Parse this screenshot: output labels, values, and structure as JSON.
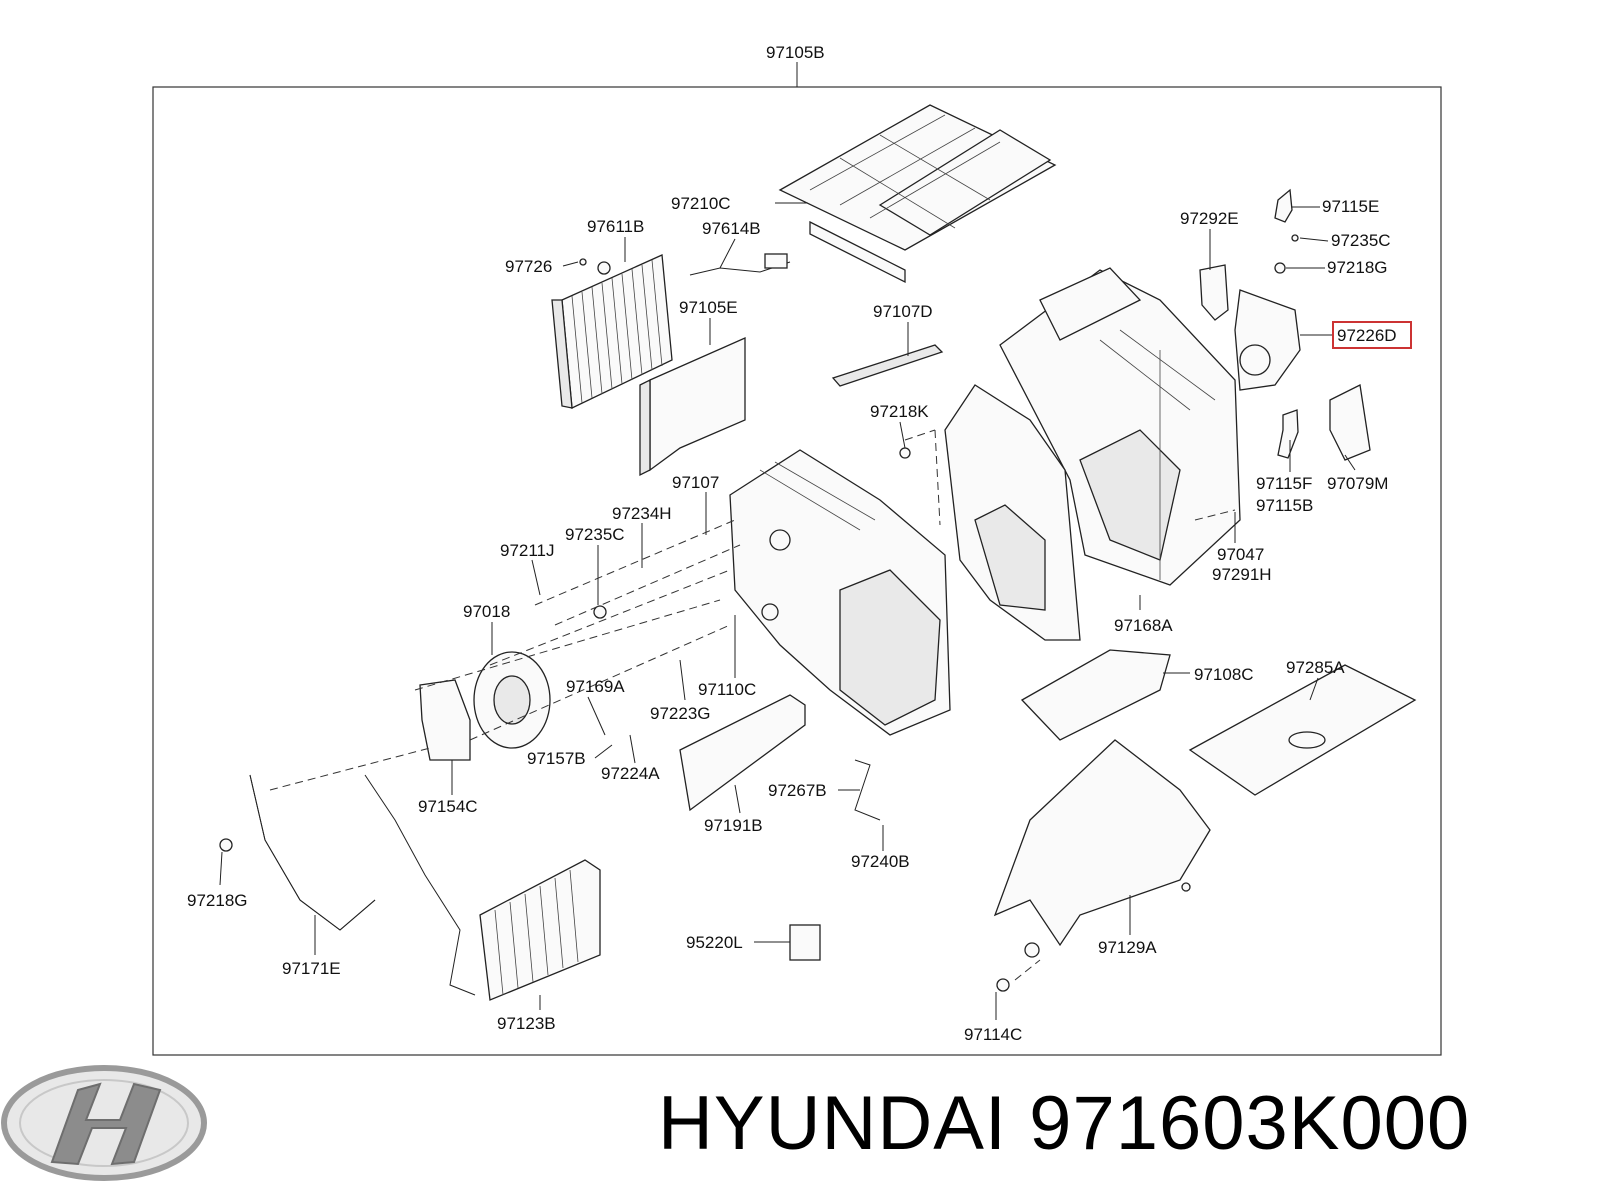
{
  "brand": {
    "name": "HYUNDAI",
    "part_number": "971603K000",
    "logo_icon": "hyundai-logo-icon"
  },
  "highlight_color": "#cc3333",
  "labels": {
    "a97105B": "97105B",
    "a97210C": "97210C",
    "a97611B": "97611B",
    "a97614B": "97614B",
    "a97726": "97726",
    "a97105E": "97105E",
    "a97107D": "97107D",
    "a97292E": "97292E",
    "a97115E": "97115E",
    "a97235C_top": "97235C",
    "a97218G_top": "97218G",
    "a97226D": "97226D",
    "a97218K": "97218K",
    "a97107": "97107",
    "a97234H": "97234H",
    "a97235C": "97235C",
    "a97211J": "97211J",
    "a97018": "97018",
    "a97115F": "97115F",
    "a97115B": "97115B",
    "a97079M": "97079M",
    "a97047": "97047",
    "a97291H": "97291H",
    "a97168A": "97168A",
    "a97169A": "97169A",
    "a97110C": "97110C",
    "a97223G": "97223G",
    "a97157B": "97157B",
    "a97224A": "97224A",
    "a97154C": "97154C",
    "a97108C": "97108C",
    "a97285A": "97285A",
    "a97267B": "97267B",
    "a97191B": "97191B",
    "a97240B": "97240B",
    "a97218G": "97218G",
    "a97171E": "97171E",
    "a95220L": "95220L",
    "a97129A": "97129A",
    "a97123B": "97123B",
    "a97114C": "97114C"
  }
}
